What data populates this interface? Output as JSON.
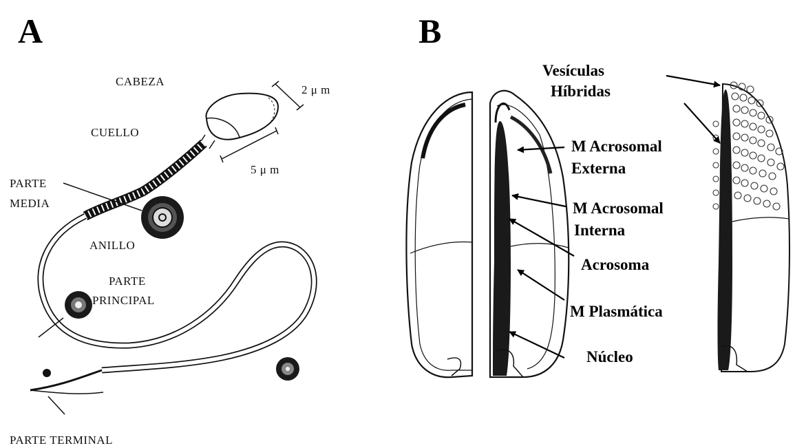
{
  "panel_a": {
    "letter": "A",
    "labels": {
      "cabeza": "CABEZA",
      "cuello": "CUELLO",
      "parte_media_1": "PARTE",
      "parte_media_2": "MEDIA",
      "anillo": "ANILLO",
      "parte_principal_1": "PARTE",
      "parte_principal_2": "PRINCIPAL",
      "parte_terminal": "PARTE TERMINAL",
      "scale_head": "2 μ m",
      "scale_neck": "5 μ m"
    }
  },
  "panel_b": {
    "letter": "B",
    "labels": {
      "vesiculas_1": "Vesículas",
      "vesiculas_2": "Híbridas",
      "acro_ext_1": "M Acrosomal",
      "acro_ext_2": "Externa",
      "acro_int_1": "M Acrosomal",
      "acro_int_2": "Interna",
      "acrosoma": "Acrosoma",
      "plasmatica": "M Plasmática",
      "nucleo": "Núcleo"
    }
  }
}
